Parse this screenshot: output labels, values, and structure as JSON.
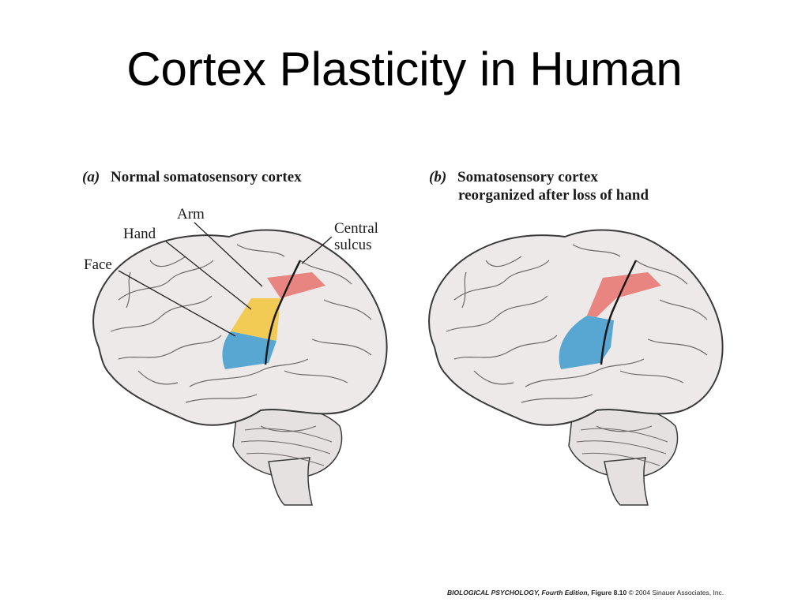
{
  "slide": {
    "title": "Cortex Plasticity in Human"
  },
  "panel_a": {
    "letter": "(a)",
    "heading": "Normal somatosensory cortex",
    "labels": {
      "arm": "Arm",
      "hand": "Hand",
      "face": "Face",
      "sulcus_line1": "Central",
      "sulcus_line2": "sulcus"
    }
  },
  "panel_b": {
    "letter": "(b)",
    "heading_line1": "Somatosensory cortex",
    "heading_line2": "reorganized after loss of hand"
  },
  "credit": {
    "book": "BIOLOGICAL PSYCHOLOGY, Fourth Edition,",
    "figure": "Figure 8.10",
    "copyright": "© 2004 Sinauer Associates, Inc."
  },
  "colors": {
    "arm_region": "#e8807a",
    "hand_region": "#f2c94c",
    "face_region": "#4fa3d1",
    "brain_fill": "#ece9e8",
    "outline": "#3a3a3a"
  }
}
